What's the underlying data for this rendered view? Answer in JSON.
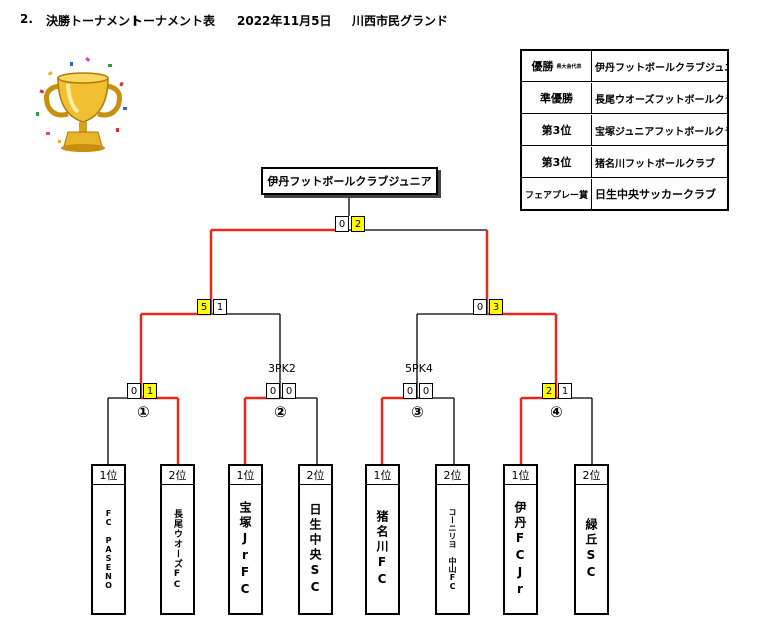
{
  "header": {
    "section": "2.",
    "title": "決勝トーナメント",
    "subtitle": "トーナメント表",
    "date": "2022年11月5日",
    "venue": "川西市民グランド"
  },
  "results": [
    {
      "rank": "優勝",
      "note": "県大会代表",
      "team": "伊丹フットボールクラブジュニア"
    },
    {
      "rank": "準優勝",
      "team": "長尾ウオーズフットボールクラブ"
    },
    {
      "rank": "第3位",
      "team": "宝塚ジュニアフットボールクラブ"
    },
    {
      "rank": "第3位",
      "team": "猪名川フットボールクラブ"
    },
    {
      "rank": "フェアプレー賞",
      "team": "日生中央サッカークラブ"
    }
  ],
  "champion": "伊丹フットボールクラブジュニア",
  "final": {
    "left": "0",
    "right": "2"
  },
  "semis": [
    {
      "left": "5",
      "right": "1"
    },
    {
      "left": "0",
      "right": "3"
    }
  ],
  "quarters": [
    {
      "left": "0",
      "right": "1",
      "num": "①",
      "pk": ""
    },
    {
      "left": "0",
      "right": "0",
      "num": "②",
      "pk": "3PK2"
    },
    {
      "left": "0",
      "right": "0",
      "num": "③",
      "pk": "5PK4"
    },
    {
      "left": "2",
      "right": "1",
      "num": "④",
      "pk": ""
    }
  ],
  "teams": [
    {
      "rank": "1位",
      "name": "FC PASENO"
    },
    {
      "rank": "2位",
      "name": "長尾ウオーズFC"
    },
    {
      "rank": "1位",
      "name": "宝塚JrFC"
    },
    {
      "rank": "2位",
      "name": "日生中央SC"
    },
    {
      "rank": "1位",
      "name": "猪名川FC"
    },
    {
      "rank": "2位",
      "name": "コーニリヨ 中山FC"
    },
    {
      "rank": "1位",
      "name": "伊丹FCJr"
    },
    {
      "rank": "2位",
      "name": "緑丘SC"
    }
  ],
  "colors": {
    "win_line": "#e8281c",
    "win_score": "#ffff00",
    "line": "#000000"
  },
  "icons": [
    "trophy-icon"
  ]
}
